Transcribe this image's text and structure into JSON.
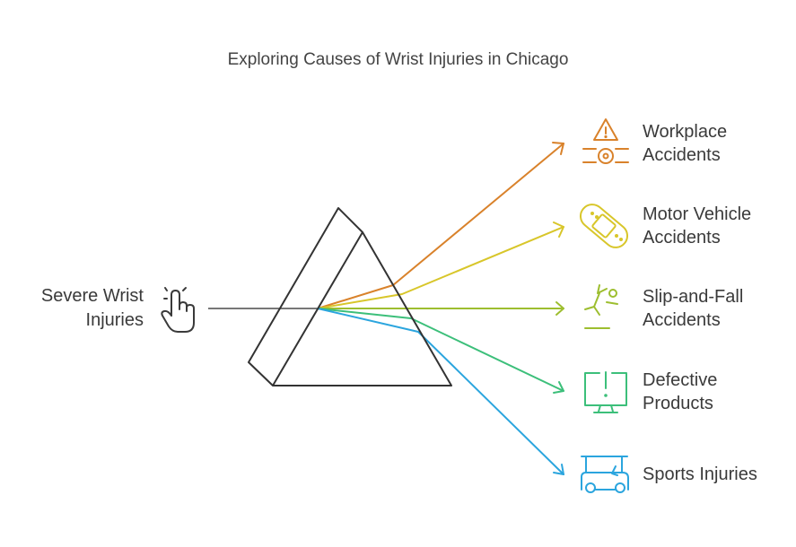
{
  "title": "Exploring Causes of Wrist Injuries in Chicago",
  "source": {
    "line1": "Severe Wrist",
    "line2": "Injuries",
    "icon": "hand-pointer-icon"
  },
  "outputs": [
    {
      "line1": "Workplace",
      "line2": "Accidents",
      "icon": "warning-hazard-icon",
      "color": "#D9822B"
    },
    {
      "line1": "Motor Vehicle",
      "line2": "Accidents",
      "icon": "bandage-icon",
      "color": "#D8C62A"
    },
    {
      "line1": "Slip-and-Fall",
      "line2": "Accidents",
      "icon": "falling-person-icon",
      "color": "#9DBE2F"
    },
    {
      "line1": "Defective",
      "line2": "Products",
      "icon": "monitor-alert-icon",
      "color": "#3CBF7A"
    },
    {
      "line1": "Sports Injuries",
      "line2": "",
      "icon": "golf-cart-icon",
      "color": "#2BA5DE"
    }
  ],
  "colors": {
    "prism": "#333333",
    "input_ray": "#777777",
    "text": "#3a3a3a"
  }
}
